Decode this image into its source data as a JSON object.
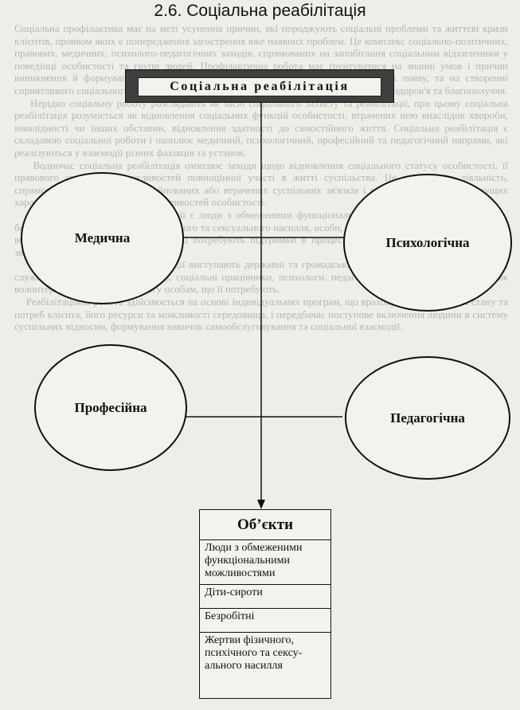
{
  "page_title": "2.6. Соціальна реабілітація",
  "background_text": "Соціальна профілактика має на меті усунення причин, які породжують соціальні проблеми та життєві кризи клієнтів, проявом яких є попередження загострення вже наявних проблем. Це комплекс соціально-політичних, правових, медичних, психолого-педагогічних заходів, спрямованих на запобігання соціальним відхиленням у поведінці особистості та групи людей. Профілактична робота має ґрунтуватися на знанні умов і причин виникнення й формування відхилень, на усуненні чинників, що обумовлюють їх появу, та на створенні сприятливого соціального середовища для життя й повноцінного розвитку людини, її здоров'я та благополуччя.\n    Нерідко соціальну роботу розглядають як засіб соціального захисту та реабілітації, при цьому соціальна реабілітація розуміється як відновлення соціальних функцій особистості, втрачених нею внаслідок хвороби, інвалідності чи інших обставин, відновлення здатності до самостійного життя. Соціальна реабілітація є складовою соціальної роботи і охоплює медичний, психологічний, професійний та педагогічний напрями, які реалізуються у взаємодії різних фахівців та установ.\n    Водночас соціальна реабілітація охоплює заходи щодо відновлення соціального статусу особистості, її правового становища, можливостей повноцінної участі в житті суспільства. Це комплексна діяльність, спрямована на відновлення зруйнованих або втрачених суспільних зв'язків і відносин, соціально значущих характеристик, властивостей і можливостей особистості.\n    Об'єктами соціальної реабілітації є люди з обмеженими функціональними можливостями, діти-сироти, безробітні, жертви фізичного, психічного та сексуального насилля, особи, які повернулися з місць позбавлення волі, та інші категорії населення, які потребують підтримки в процесі відновлення соціальних функцій і зв'язків.\n    Суб'єктами соціальної реабілітації виступають державні та громадські організації, спеціалізовані центри, служби у справах дітей та молоді, соціальні працівники, психологи, педагоги, медичні працівники, а також волонтери, які надають допомогу особам, що її потребують.\n    Реабілітаційна робота здійснюється на основі індивідуальних програм, що враховують особливості стану та потреб клієнта, його ресурси та можливості середовища, і передбачає поступове включення людини в систему суспільних відносин, формування навичок самообслуговування та соціальної взаємодії.",
  "diagram": {
    "top_label": "Соціальна реабілітація",
    "left_top": "Медична",
    "right_top": "Психологічна",
    "left_bottom": "Професійна",
    "right_bottom": "Педагогічна",
    "objects": {
      "header": "Об’єкти",
      "items": [
        "Люди з обмеженими функціональними можливостями",
        "Діти-сироти",
        "Безробітні",
        "Жертви фізичного, психічного та сексу-ального насилля"
      ]
    }
  }
}
